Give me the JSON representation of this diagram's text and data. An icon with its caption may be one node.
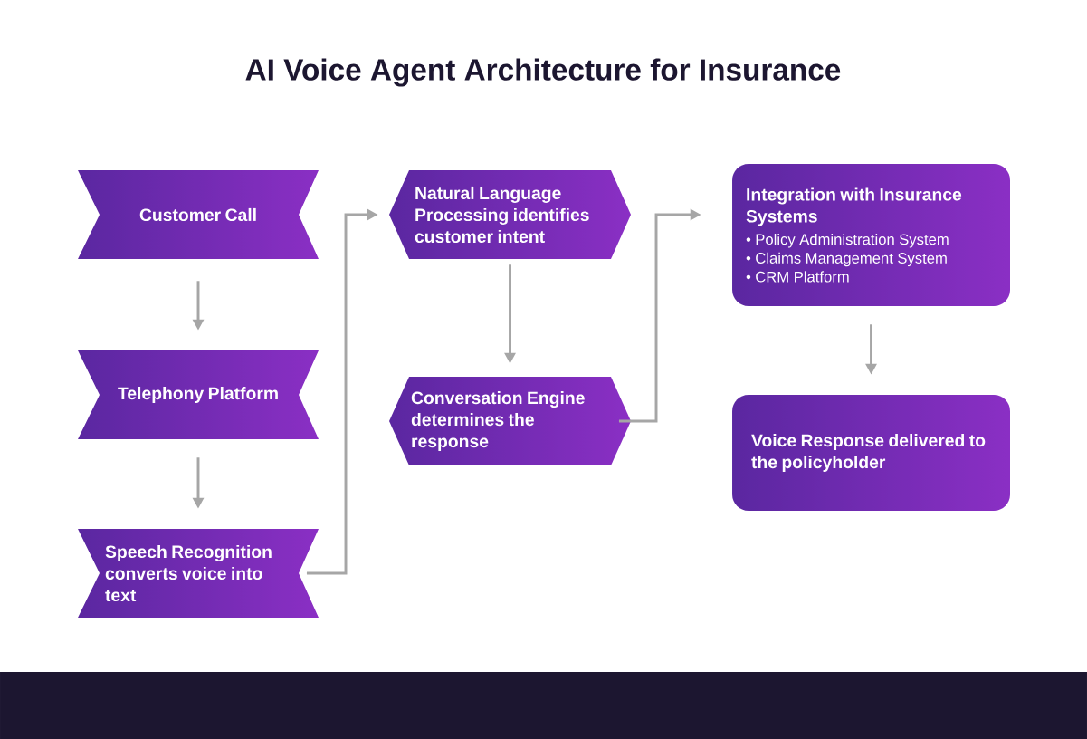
{
  "diagram": {
    "title": "AI Voice Agent Architecture for Insurance",
    "nodes": [
      {
        "text": [
          "Customer Call"
        ]
      },
      {
        "text": [
          "Telephony Platform"
        ]
      },
      {
        "text": [
          "Speech Recognition converts voice into text"
        ]
      },
      {
        "text": [
          "Natural Language Processing identifies customer intent"
        ]
      },
      {
        "text": [
          "Conversation Engine determines the response"
        ]
      },
      {
        "text": [
          "Integration with Insurance Systems",
          "• Policy Administration System",
          "• Claims Management System",
          "• CRM Platform"
        ]
      },
      {
        "text": [
          "Voice Response delivered to the policyholder"
        ]
      }
    ],
    "edges": [
      {
        "from": 0,
        "to": 1,
        "arrow": "to"
      },
      {
        "from": 1,
        "to": 2,
        "arrow": "to"
      },
      {
        "from": 2,
        "to": 3,
        "arrow": "to"
      },
      {
        "from": 3,
        "to": 4,
        "arrow": "to"
      },
      {
        "from": 4,
        "to": 5,
        "arrow": "to"
      },
      {
        "from": 5,
        "to": 6,
        "arrow": "to"
      }
    ]
  }
}
